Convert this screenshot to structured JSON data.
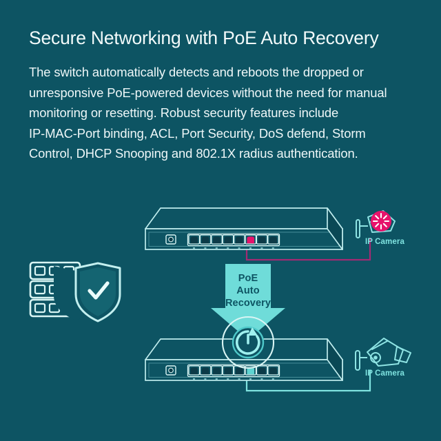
{
  "page": {
    "background_color": "#0d5463",
    "accent_cyan": "#7fe3e0",
    "accent_light": "#d9f5f4",
    "accent_magenta": "#e6136b",
    "arrow_fill": "#6fdcd9",
    "text_color": "#f2fafa"
  },
  "headline": "Secure Networking with PoE Auto Recovery",
  "body": {
    "line1": "The switch automatically detects and reboots the dropped or",
    "line2": "unresponsive PoE-powered devices without the need for manual",
    "line3": "monitoring or resetting. Robust security features include",
    "line4": "IP-MAC-Port binding, ACL, Port Security, DoS defend, Storm",
    "line5": "Control, DHCP Snooping and 802.1X radius authentication."
  },
  "diagram": {
    "security_icon": {
      "name": "server-rack-with-shield",
      "rack_units": 3,
      "bays_per_unit": 3,
      "badge": "check-mark"
    },
    "top_switch": {
      "name": "poe-switch-fault-state",
      "port_count": 8,
      "highlighted_port_index": 6,
      "highlighted_port_color": "#e6136b",
      "link_color": "#a32a73"
    },
    "top_camera": {
      "name": "ip-camera-offline",
      "label": "IP Camera",
      "status": "fault",
      "status_color": "#e6136b"
    },
    "arrow": {
      "name": "poe-auto-recovery-arrow",
      "line1": "PoE",
      "line2": "Auto",
      "line3": "Recovery"
    },
    "power_badge": {
      "name": "power-restart-icon",
      "symbol": "power-restart"
    },
    "bottom_switch": {
      "name": "poe-switch-recovered-state",
      "port_count": 8,
      "highlighted_port_index": 6,
      "highlighted_port_color": "#7fe3e0",
      "link_color": "#7fe3e0"
    },
    "bottom_camera": {
      "name": "ip-camera-online",
      "label": "IP Camera",
      "status": "ok",
      "status_color": "#7fe3e0"
    }
  }
}
